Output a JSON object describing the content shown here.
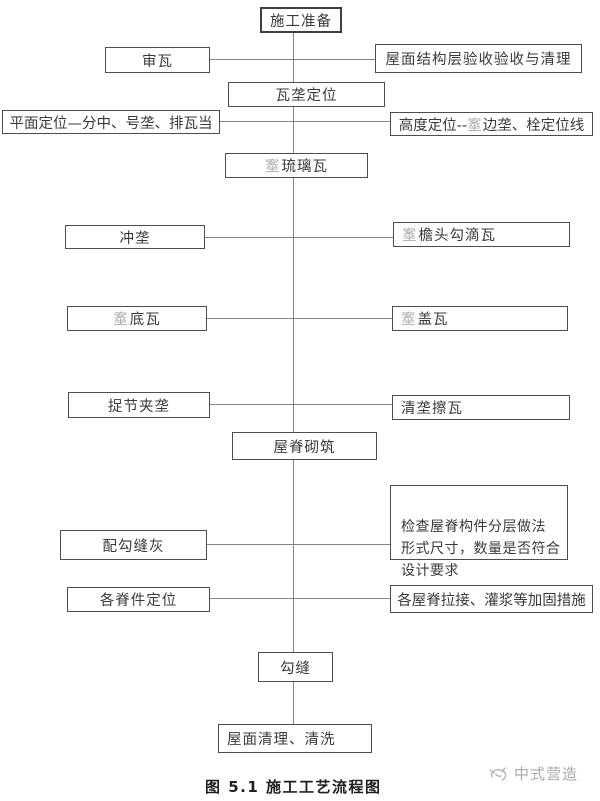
{
  "figure": {
    "caption": "图 5.1  施工工艺流程图",
    "watermark": "中式营造",
    "watermark_icon": "scribble-circle-logo"
  },
  "colors": {
    "box_border": "#4d4d4d",
    "connector_line": "#848484",
    "text": "#3a3a3a",
    "ghost_glyph": "#acacac",
    "watermark": "#a9a9a9"
  },
  "nodes": {
    "prep": {
      "text": "施工准备"
    },
    "shen_wa": {
      "text": "审瓦"
    },
    "yanshou": {
      "text": "屋面结构层验收验收与清理"
    },
    "walong_dingwei": {
      "text": "瓦垄定位"
    },
    "pingmian_dingwei": {
      "text": "平面定位—分中、号垄、排瓦当"
    },
    "gaodu_dingwei": {
      "pre": "高度定位--",
      "ghost": "㝧",
      "post": "边垄、栓定位线"
    },
    "wa_liuliwa": {
      "ghost": "㝧",
      "text": "琉璃瓦"
    },
    "chong_long": {
      "text": "冲垄"
    },
    "wa_yantou": {
      "ghost": "㝧",
      "text": "檐头勾滴瓦"
    },
    "wa_diwa": {
      "ghost": "㝧",
      "text": "底瓦"
    },
    "wa_gaiwa": {
      "ghost": "㝧",
      "text": "盖瓦"
    },
    "zhuojie_jialong": {
      "text": "捉节夹垄"
    },
    "qinglong_cawa": {
      "text": "清垄擦瓦"
    },
    "wuji_qizhu": {
      "text": "屋脊砌筑"
    },
    "jiancha_wuji": {
      "text": "检查屋脊构件分层做法\n形式尺寸，数量是否符合\n设计要求"
    },
    "pei_goufenghui": {
      "text": "配勾缝灰"
    },
    "ge_jijian_dingwei": {
      "text": "各脊件定位"
    },
    "ge_wuji_lajie": {
      "text": "各屋脊拉接、灌浆等加固措施"
    },
    "gou_feng": {
      "text": "勾缝"
    },
    "wumian_qingli": {
      "text": "屋面清理、清洗"
    }
  }
}
